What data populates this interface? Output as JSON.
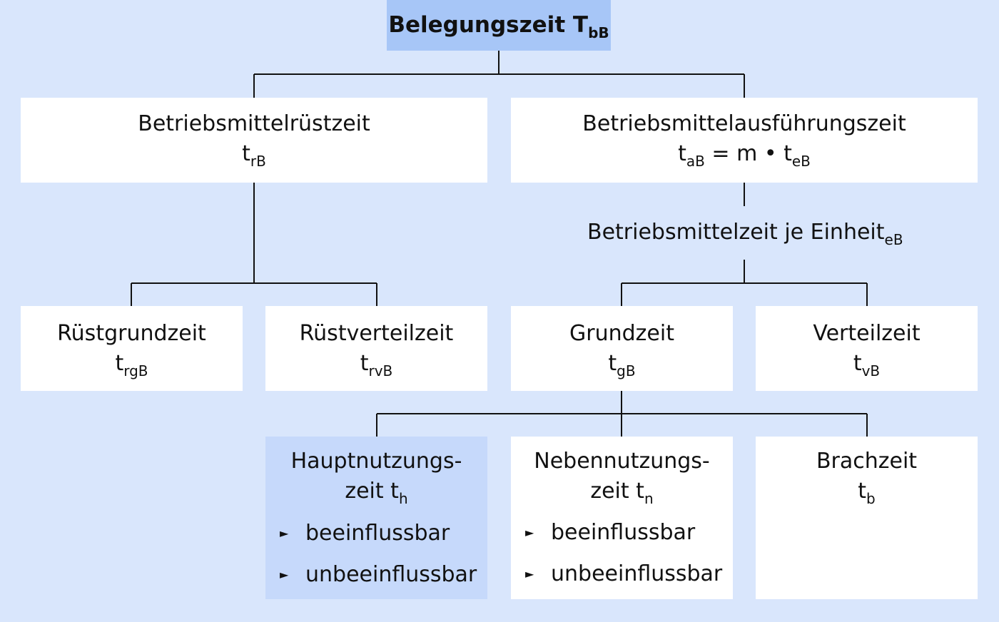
{
  "root": {
    "label": "Belegungszeit T",
    "sub": "bB"
  },
  "ruestzeit": {
    "label": "Betriebsmittelrüstzeit",
    "sym": "t",
    "sub": "rB"
  },
  "ausfuehrungszeit": {
    "label": "Betriebsmittelausführungszeit",
    "sym": "t",
    "sub": "aB",
    "mid": " = m • t",
    "sub2": "eB"
  },
  "einheit": {
    "label": "Betriebsmittelzeit je Einheit",
    "sub": "eB"
  },
  "ruestgrundzeit": {
    "label": "Rüstgrundzeit",
    "sym": "t",
    "sub": "rgB"
  },
  "ruestverteilzeit": {
    "label": "Rüstverteilzeit",
    "sym": "t",
    "sub": "rvB"
  },
  "grundzeit": {
    "label": "Grundzeit",
    "sym": "t",
    "sub": "gB"
  },
  "verteilzeit": {
    "label": "Verteilzeit",
    "sym": "t",
    "sub": "vB"
  },
  "hauptnutzungszeit": {
    "line1": "Hauptnutzungs-",
    "line2": "zeit t",
    "sub": "h",
    "bullets": [
      "beeinflussbar",
      "unbeeinflussbar"
    ]
  },
  "nebennutzungszeit": {
    "line1": "Nebennutzungs-",
    "line2": "zeit t",
    "sub": "n",
    "bullets": [
      "beeinflussbar",
      "unbeeinflussbar"
    ]
  },
  "brachzeit": {
    "label": "Brachzeit",
    "sym": "t",
    "sub": "b"
  },
  "bullet_icon": "arrow-right-icon",
  "colors": {
    "background": "#d9e6fc",
    "root_box": "#a7c6f7",
    "highlight_box": "#c6d9fb",
    "box": "#ffffff",
    "line": "#111111"
  }
}
